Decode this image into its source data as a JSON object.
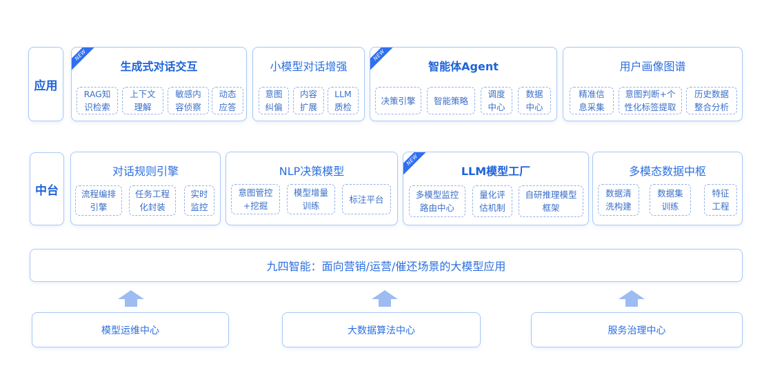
{
  "rows": {
    "app_label": "应用",
    "mid_label": "中台"
  },
  "ribbon_text": "NEW",
  "app_boxes": [
    {
      "title": "生成式对话交互",
      "bold": true,
      "new": true,
      "chips": [
        "RAG知\n识检索",
        "上下文\n理解",
        "敏感内\n容侦察",
        "动态\n应答"
      ]
    },
    {
      "title": "小模型对话增强",
      "bold": false,
      "new": false,
      "chips": [
        "意图\n纠偏",
        "内容\n扩展",
        "LLM\n质检"
      ]
    },
    {
      "title": "智能体Agent",
      "bold": true,
      "new": true,
      "chips": [
        "决策引擎",
        "智能策略",
        "调度\n中心",
        "数据\n中心"
      ]
    },
    {
      "title": "用户画像图谱",
      "bold": false,
      "new": false,
      "chips": [
        "精准信\n息采集",
        "意图判断+个\n性化标签提取",
        "历史数据\n整合分析"
      ]
    }
  ],
  "mid_boxes": [
    {
      "title": "对话规则引擎",
      "bold": false,
      "new": false,
      "chips": [
        "流程编排\n引擎",
        "任务工程\n化封装",
        "实时\n监控"
      ]
    },
    {
      "title": "NLP决策模型",
      "bold": false,
      "new": false,
      "chips": [
        "意图管控\n+挖掘",
        "模型增量\n训练",
        "标注平台"
      ]
    },
    {
      "title": "LLM模型工厂",
      "bold": true,
      "new": true,
      "chips": [
        "多模型监控\n路由中心",
        "量化评\n估机制",
        "自研推理模型\n框架"
      ]
    },
    {
      "title": "多模态数据中枢",
      "bold": false,
      "new": false,
      "chips": [
        "数据清\n洗构建",
        "数据集\n训练",
        "特征\n工程"
      ]
    }
  ],
  "platform_bar": "九四智能：面向营销/运营/催还场景的大模型应用",
  "base_boxes": [
    "模型运维中心",
    "大数据算法中心",
    "服务治理中心"
  ],
  "colors": {
    "accent": "#1d63d8",
    "border": "#a9c8f5",
    "arrow": "#9cbcf2",
    "ribbon": "#2f6ff0"
  }
}
